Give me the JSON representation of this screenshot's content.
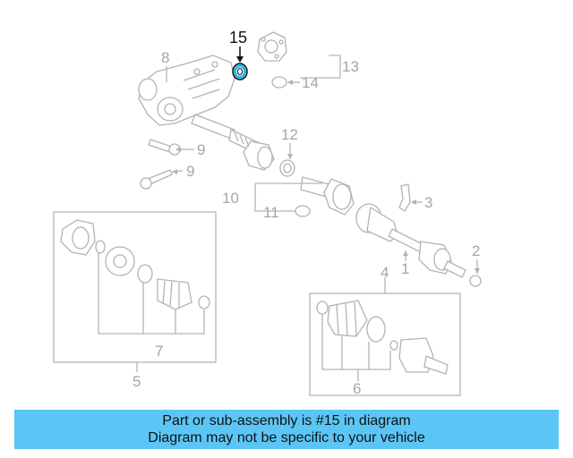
{
  "diagram": {
    "highlight_color": "#29b6e8",
    "highlight_part": "15",
    "labels": {
      "p1": "1",
      "p2": "2",
      "p3": "3",
      "p4": "4",
      "p5": "5",
      "p6": "6",
      "p7": "7",
      "p8": "8",
      "p9a": "9",
      "p9b": "9",
      "p10": "10",
      "p11": "11",
      "p12": "12",
      "p13": "13",
      "p14": "14",
      "p15": "15"
    }
  },
  "banner": {
    "line1": "Part or sub-assembly is #15 in diagram",
    "line2": "Diagram may not be specific to your vehicle",
    "background": "#5bc6f5"
  }
}
